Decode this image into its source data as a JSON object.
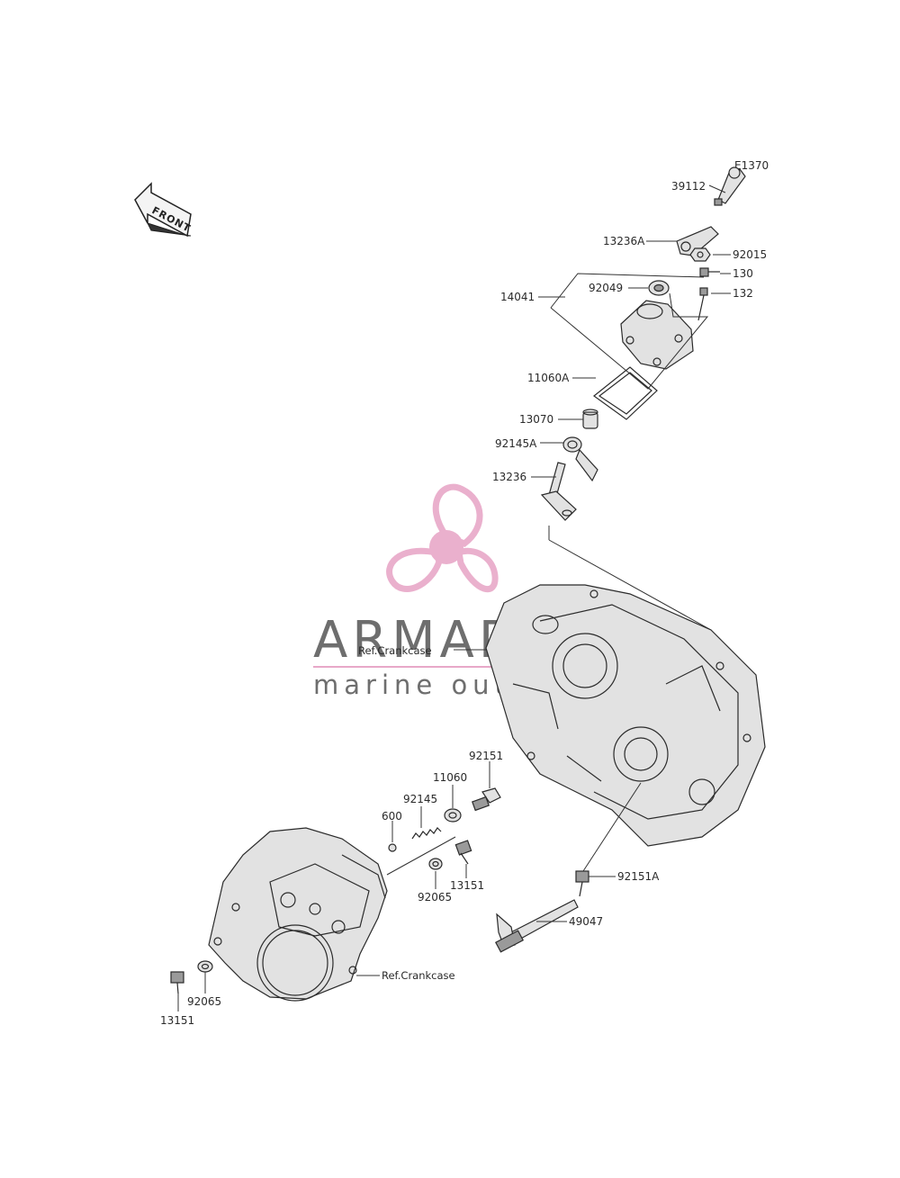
{
  "diagram_code": "E1370",
  "direction_label": "FRONT",
  "watermark": {
    "brand": "ARMADA",
    "tagline": "marine outboard",
    "colors": {
      "logo": "#e8a8c8",
      "text": "#6e6e6e",
      "rule": "#e8a8c8"
    }
  },
  "parts": [
    {
      "id": "39112",
      "label": "39112"
    },
    {
      "id": "13236A",
      "label": "13236A"
    },
    {
      "id": "92015",
      "label": "92015"
    },
    {
      "id": "130",
      "label": "130"
    },
    {
      "id": "132",
      "label": "132"
    },
    {
      "id": "14041",
      "label": "14041"
    },
    {
      "id": "92049",
      "label": "92049"
    },
    {
      "id": "11060A",
      "label": "11060A"
    },
    {
      "id": "13070",
      "label": "13070"
    },
    {
      "id": "92145A",
      "label": "92145A"
    },
    {
      "id": "13236",
      "label": "13236"
    },
    {
      "id": "92151",
      "label": "92151"
    },
    {
      "id": "11060",
      "label": "11060"
    },
    {
      "id": "92145",
      "label": "92145"
    },
    {
      "id": "600",
      "label": "600"
    },
    {
      "id": "13151-upper",
      "label": "13151"
    },
    {
      "id": "92065-upper",
      "label": "92065"
    },
    {
      "id": "92151A",
      "label": "92151A"
    },
    {
      "id": "49047",
      "label": "49047"
    },
    {
      "id": "92065-lower",
      "label": "92065"
    },
    {
      "id": "13151-lower",
      "label": "13151"
    }
  ],
  "references": [
    {
      "id": "ref-upper",
      "label": "Ref.Crankcase"
    },
    {
      "id": "ref-lower",
      "label": "Ref.Crankcase"
    }
  ]
}
